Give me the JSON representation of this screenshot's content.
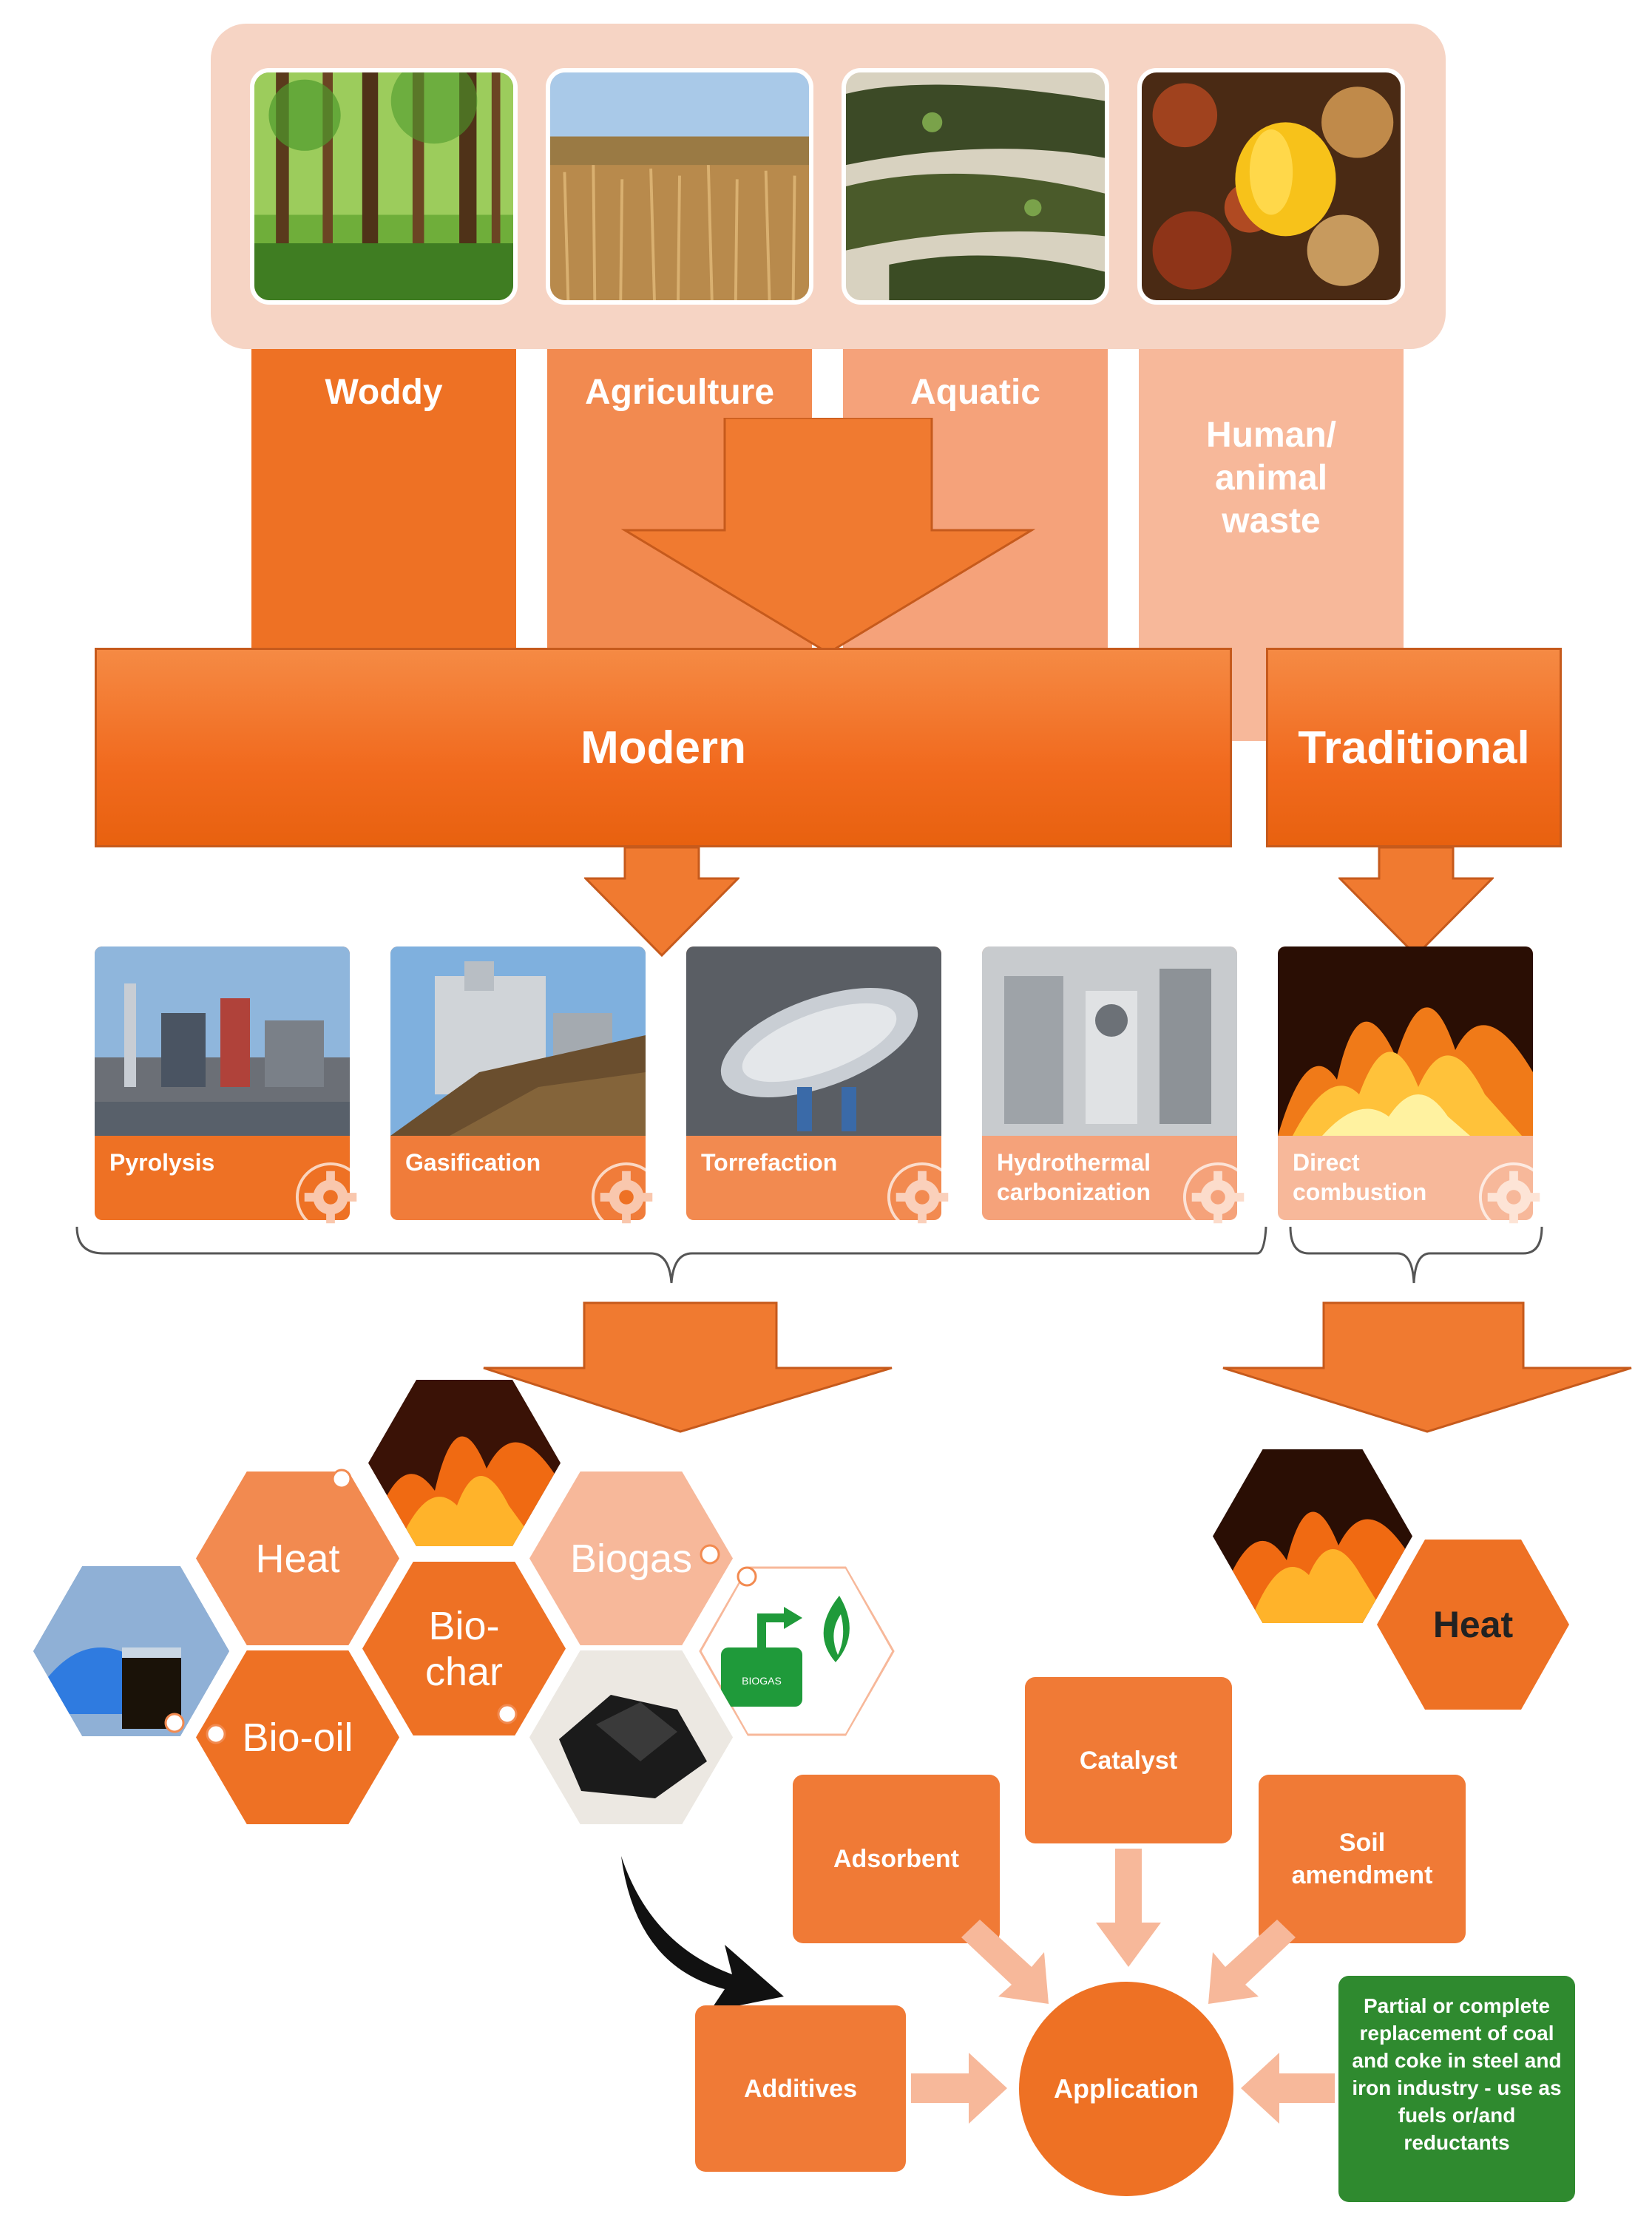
{
  "sources": {
    "woody": "Woddy",
    "agriculture": "Agriculture",
    "aquatic": "Aquatic",
    "waste": "Human/\nanimal\nwaste"
  },
  "routes": {
    "modern": "Modern",
    "traditional": "Traditional"
  },
  "technologies": {
    "pyrolysis": "Pyrolysis",
    "gasification": "Gasification",
    "torrefaction": "Torrefaction",
    "htc": "Hydrothermal\ncarbonization",
    "combustion": "Direct\ncombustion"
  },
  "products": {
    "heat": "Heat",
    "biogas": "Biogas",
    "biochar": "Bio-\nchar",
    "biooil": "Bio-oil",
    "heat_traditional": "Heat",
    "biogas_icon_text": "BIOGAS"
  },
  "applications": {
    "catalyst": "Catalyst",
    "adsorbent": "Adsorbent",
    "soil": "Soil\namendment",
    "additives": "Additives",
    "center": "Application",
    "steel": "Partial or complete replacement of coal and coke in steel and iron industry - use as fuels or/and reductants"
  },
  "colors": {
    "orange_dark": "#ee7124",
    "orange_mid": "#f28a50",
    "orange_light": "#f5a27a",
    "peach": "#f7b89a",
    "band": "#f6d4c4",
    "green": "#2f8a2f"
  }
}
